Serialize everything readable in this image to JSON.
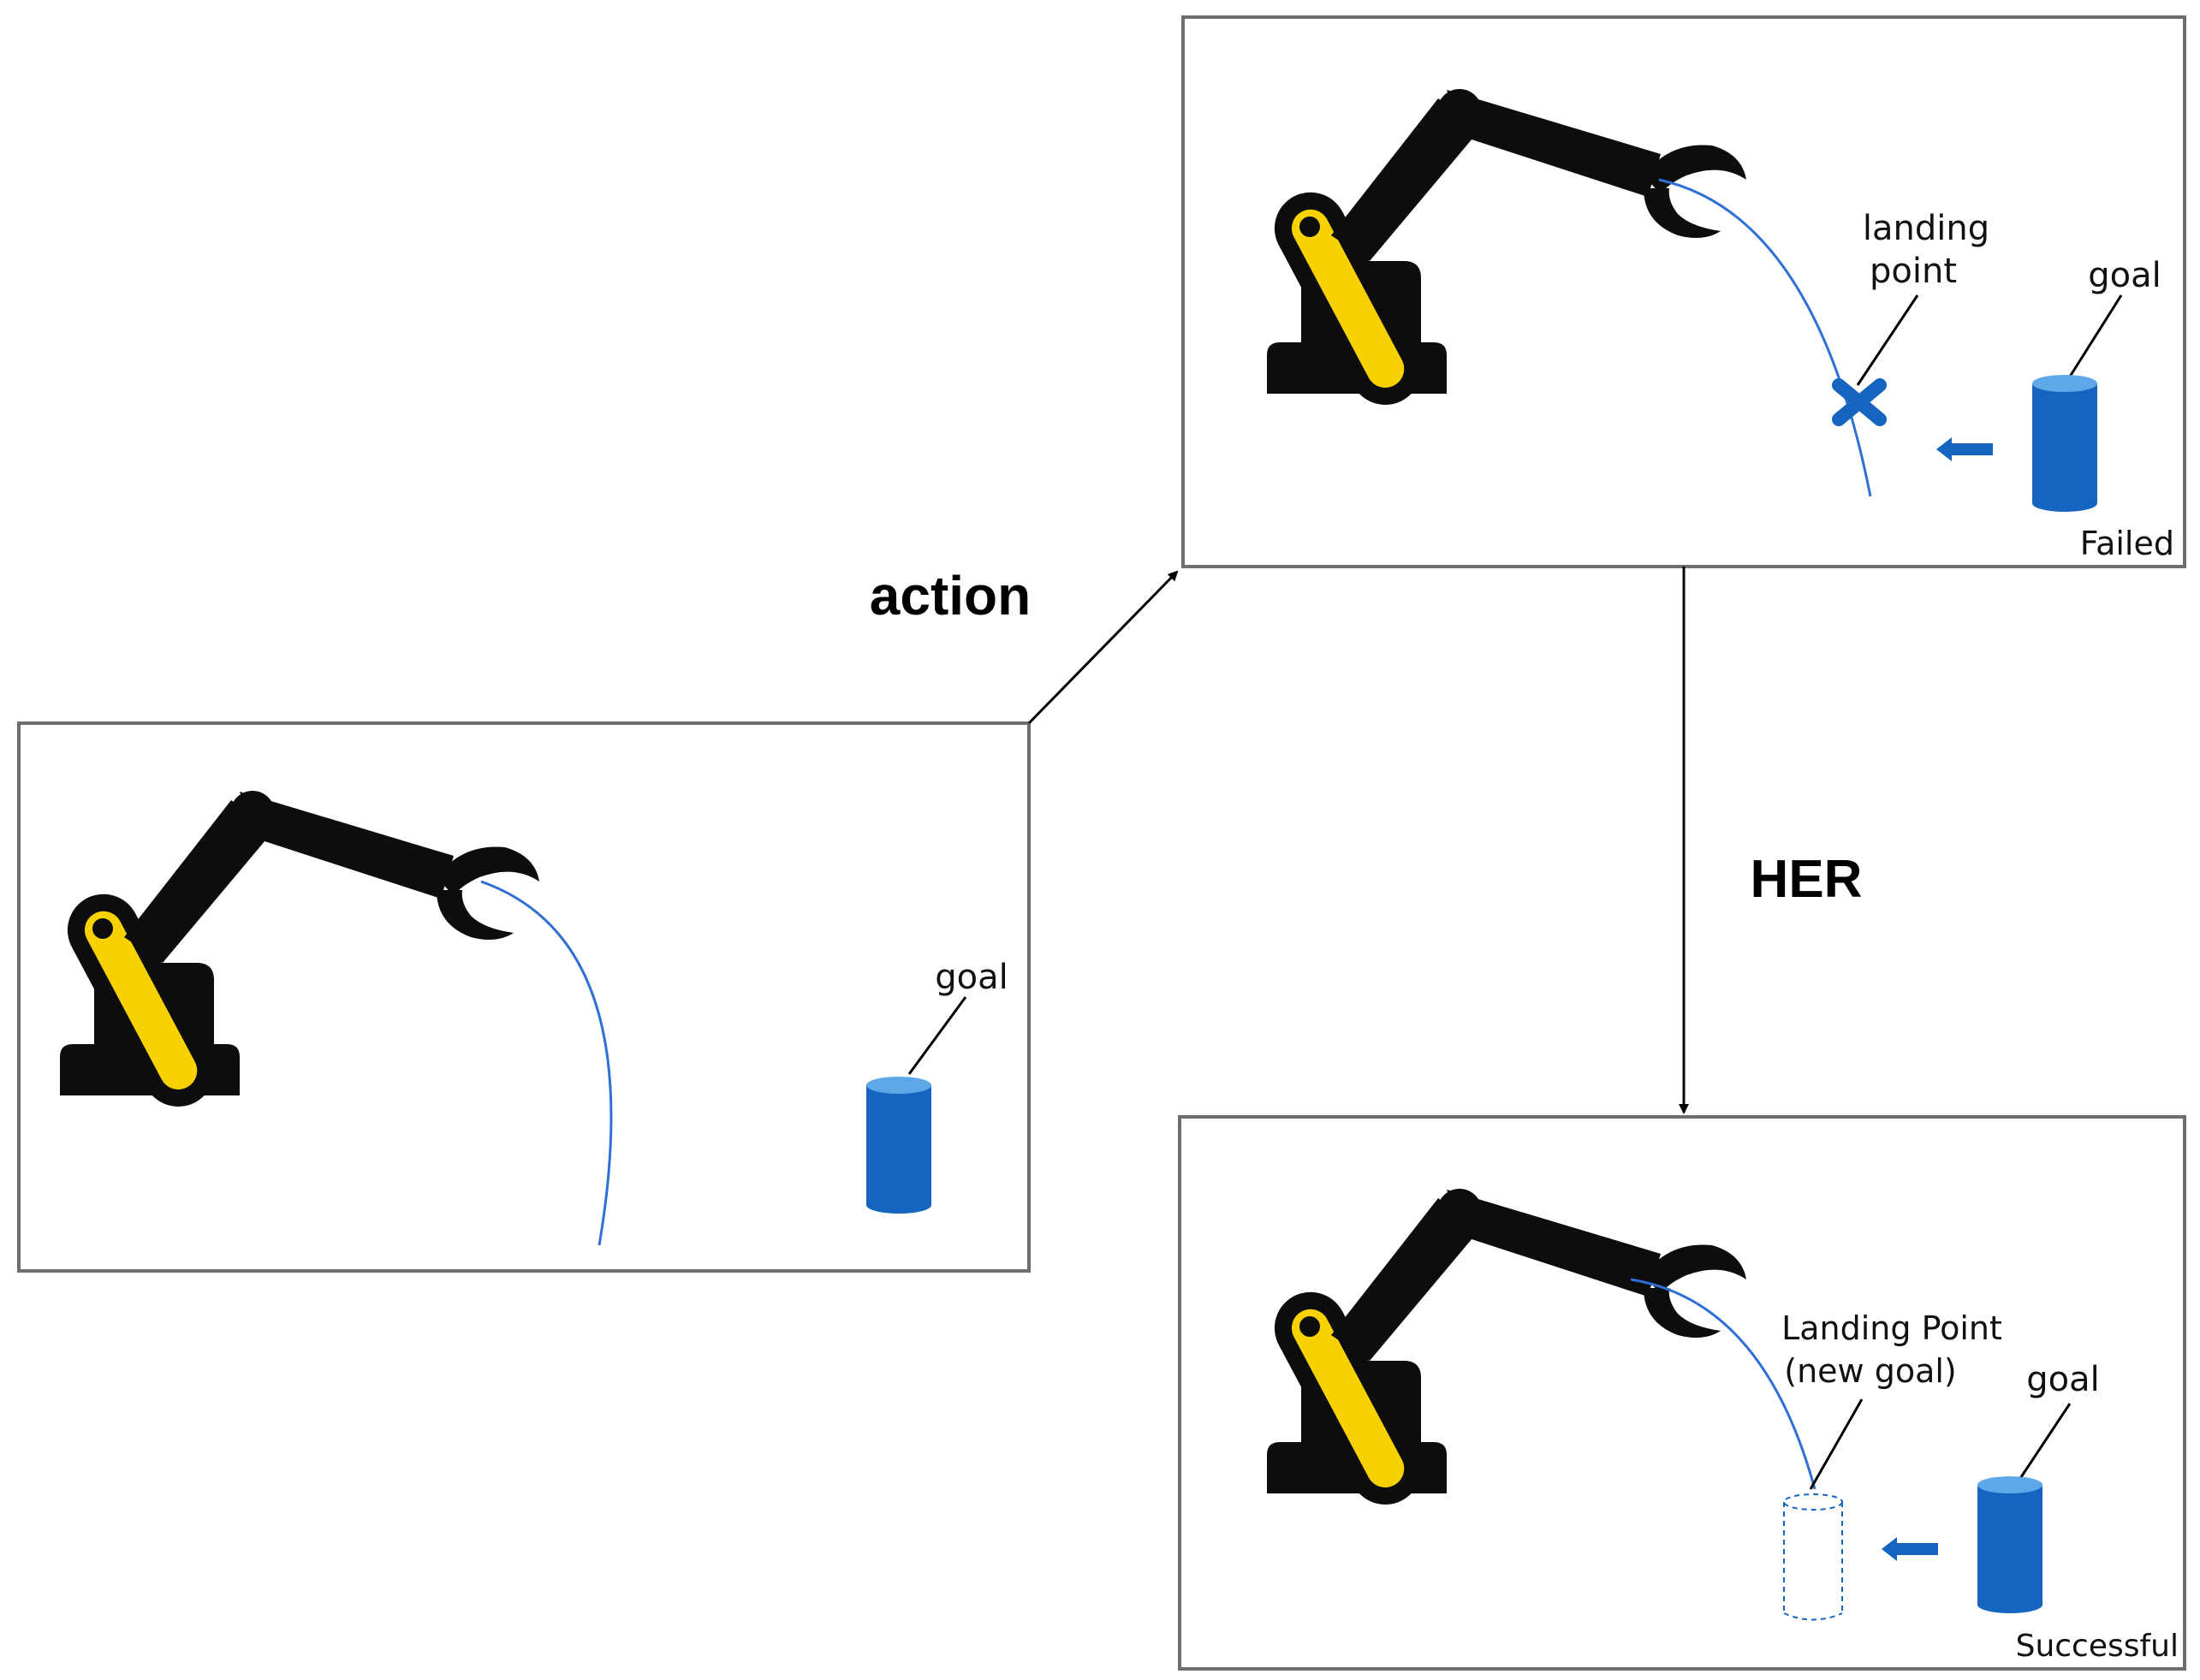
{
  "diagram": {
    "edge_labels": {
      "action": "action",
      "her": "HER"
    },
    "panels": {
      "initial": {
        "goal_label": "goal"
      },
      "failed": {
        "goal_label": "goal",
        "landing_label_line1": "landing",
        "landing_label_line2": "point",
        "status": "Failed"
      },
      "successful": {
        "goal_label": "goal",
        "landing_label_line1": "Landing Point",
        "landing_label_line2": "(new goal)",
        "status": "Successful"
      }
    },
    "colors": {
      "goal_blue": "#1565c0",
      "goal_top": "#5fa8e8",
      "arm_black": "#0d0d0d",
      "arm_yellow": "#f7d100",
      "trajectory": "#2f6fd6",
      "frame": "#6e6e6e"
    },
    "icons": [
      "robot-arm-icon",
      "goal-cylinder-icon",
      "landing-cross-icon",
      "left-arrow-icon",
      "dashed-cylinder-icon"
    ]
  }
}
